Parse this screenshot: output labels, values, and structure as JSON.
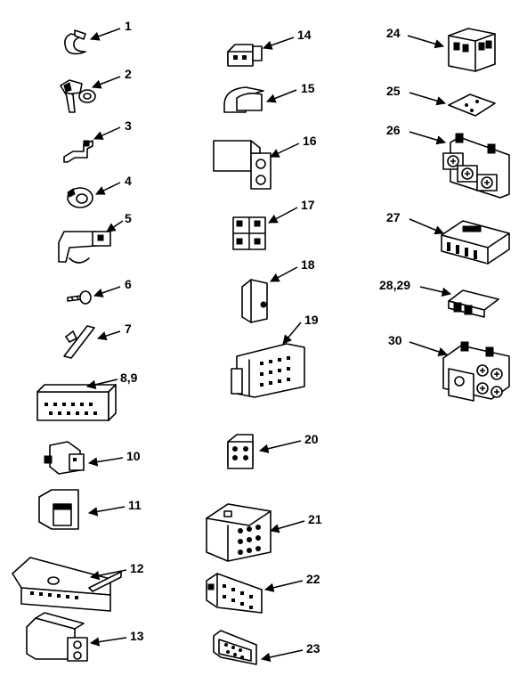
{
  "callouts": {
    "c1": "1",
    "c2": "2",
    "c3": "3",
    "c4": "4",
    "c5": "5",
    "c6": "6",
    "c7": "7",
    "c8": "8,9",
    "c10": "10",
    "c11": "11",
    "c12": "12",
    "c13": "13",
    "c14": "14",
    "c15": "15",
    "c16": "16",
    "c17": "17",
    "c18": "18",
    "c19": "19",
    "c20": "20",
    "c21": "21",
    "c22": "22",
    "c23": "23",
    "c24": "24",
    "c25": "25",
    "c26": "26",
    "c27": "27",
    "c28": "28,29",
    "c30": "30"
  },
  "colors": {
    "ink": "#000000",
    "paper": "#ffffff"
  }
}
